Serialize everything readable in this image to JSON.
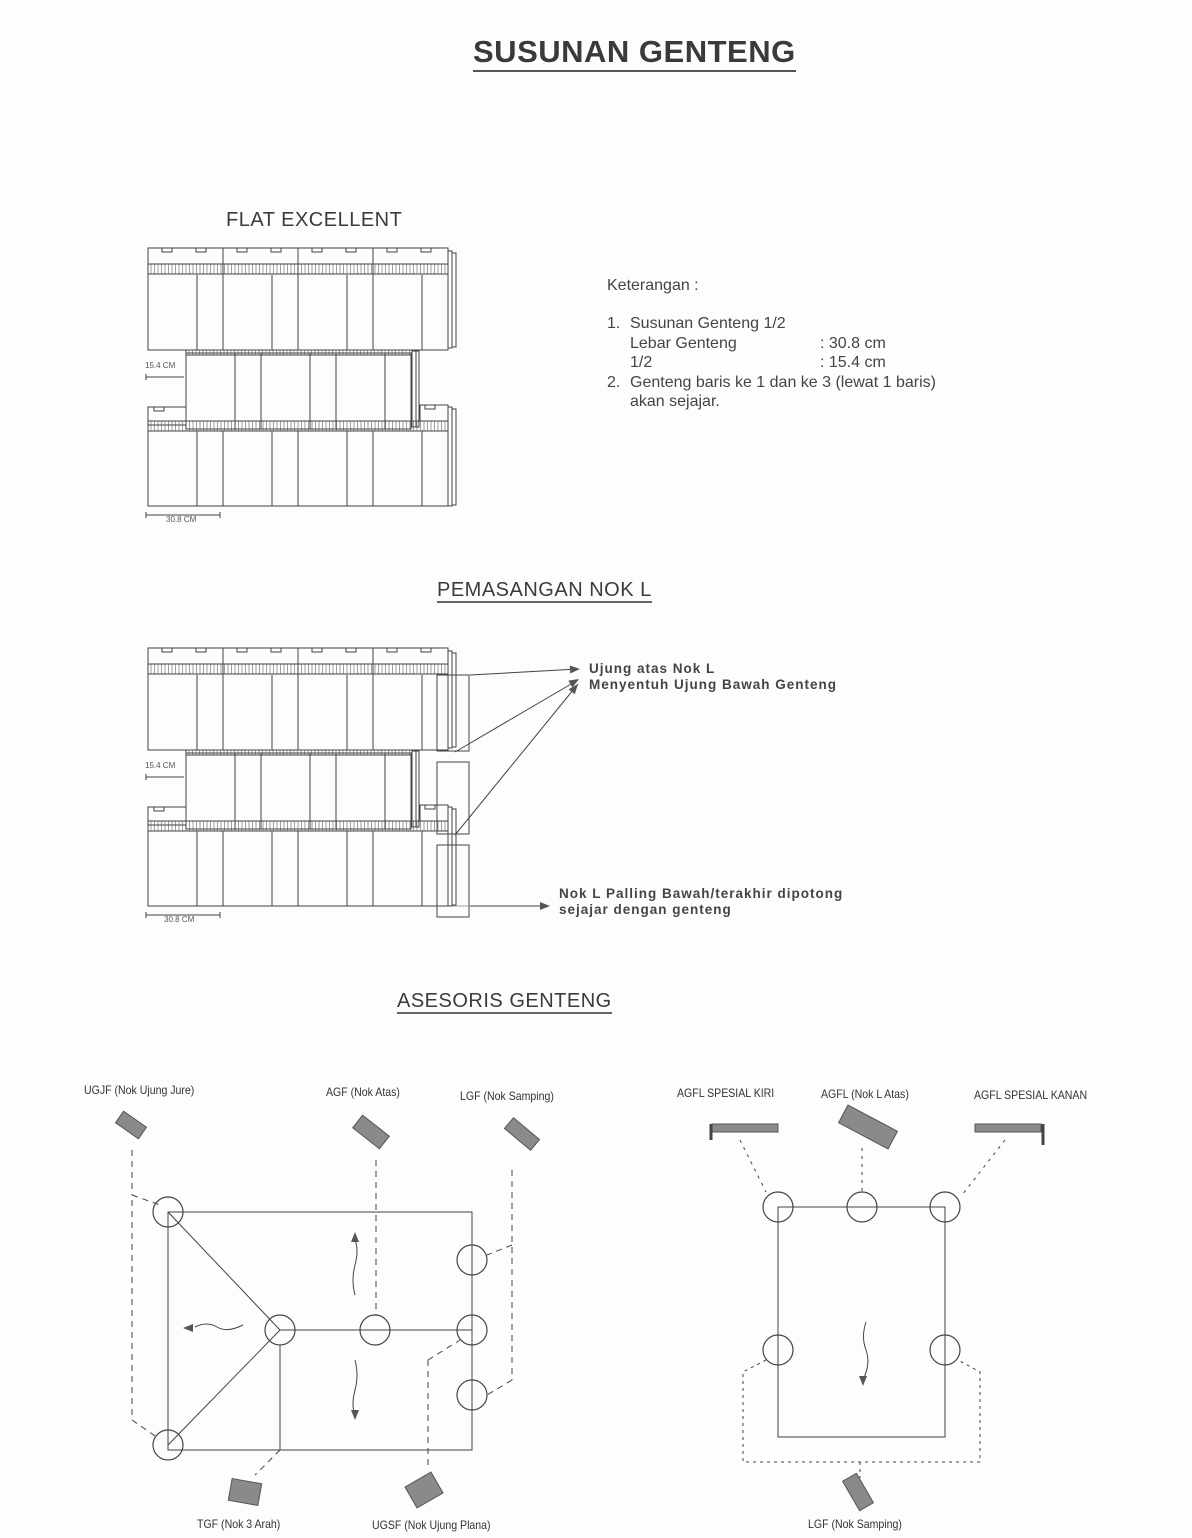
{
  "title": "SUSUNAN GENTENG",
  "flat_excellent": {
    "heading": "FLAT EXCELLENT",
    "dim_half": "15.4 CM",
    "dim_full": "30.8 CM"
  },
  "keterangan": {
    "heading": "Keterangan :",
    "items": [
      {
        "num": "1.",
        "text": "Susunan Genteng 1/2"
      },
      {
        "num": "",
        "text": "Lebar Genteng",
        "value": ": 30.8 cm"
      },
      {
        "num": "",
        "text": "1/2",
        "value": ": 15.4 cm"
      },
      {
        "num": "2.",
        "text": "Genteng baris ke 1 dan ke 3 (lewat 1 baris)"
      },
      {
        "num": "",
        "text": "akan sejajar."
      }
    ]
  },
  "pemasangan": {
    "heading": "PEMASANGAN NOK L",
    "dim_half": "15.4 CM",
    "dim_full": "30.8 CM",
    "note_top_1": "Ujung atas Nok L",
    "note_top_2": "Menyentuh Ujung Bawah Genteng",
    "note_bottom_1": "Nok L Palling Bawah/terakhir dipotong",
    "note_bottom_2": "sejajar dengan genteng"
  },
  "asesoris": {
    "heading": "ASESORIS GENTENG",
    "left_labels": {
      "ugjf": "UGJF (Nok Ujung Jure)",
      "agf": "AGF (Nok Atas)",
      "lgf": "LGF (Nok Samping)",
      "tgf": "TGF (Nok 3 Arah)",
      "ugsf": "UGSF (Nok Ujung Plana)"
    },
    "right_labels": {
      "kiri": "AGFL SPESIAL KIRI",
      "atas": "AGFL (Nok L Atas)",
      "kanan": "AGFL SPESIAL KANAN",
      "lgf": "LGF (Nok Samping)"
    }
  }
}
